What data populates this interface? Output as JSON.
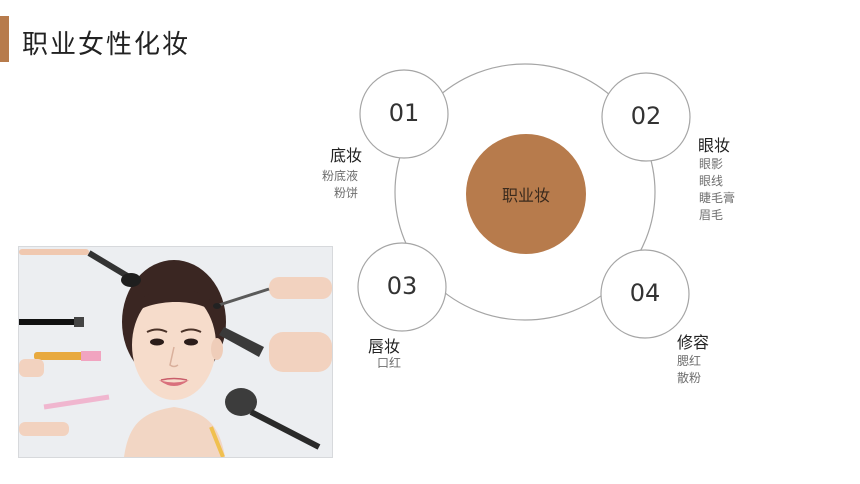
{
  "title": "职业女性化妆",
  "colors": {
    "accent": "#b77b4c",
    "ring": "#9a9a9a",
    "center_fill": "#b77b4c"
  },
  "center_label": "职业妆",
  "nodes": [
    {
      "number": "01",
      "heading": "底妆",
      "items": [
        "粉底液",
        "粉饼"
      ]
    },
    {
      "number": "02",
      "heading": "眼妆",
      "items": [
        "眼影",
        "眼线",
        "睫毛膏",
        "眉毛"
      ]
    },
    {
      "number": "03",
      "heading": "唇妆",
      "items": [
        "口红"
      ]
    },
    {
      "number": "04",
      "heading": "修容",
      "items": [
        "腮红",
        "散粉"
      ]
    }
  ],
  "photo": {
    "subject": "woman-with-makeup-brushes"
  }
}
